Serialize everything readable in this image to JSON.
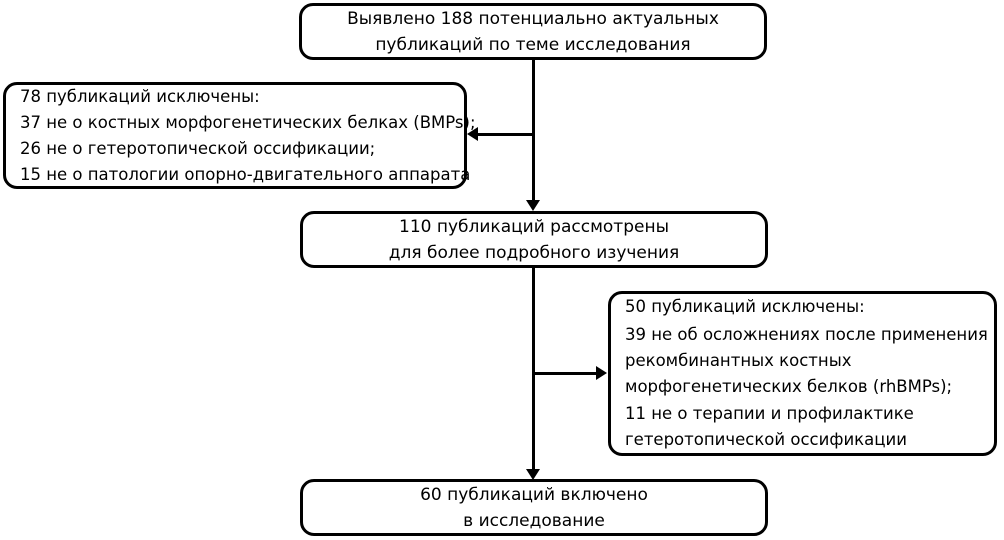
{
  "diagram": {
    "type": "prisma-flowchart",
    "language": "ru",
    "colors": {
      "stroke": "#000000",
      "background": "#ffffff",
      "text": "#000000"
    },
    "nodes": {
      "identified": {
        "id": "box-identified",
        "lines": [
          "Выявлено 188 потенциально актуальных",
          "публикаций по теме исследования"
        ]
      },
      "excluded_first": {
        "id": "box-excluded-first",
        "lines": [
          "78 публикаций исключены:",
          "37 не о костных морфогенетических белках (BMPs);",
          "26 не о гетеротопической оссификации;",
          "15 не о патологии опорно-двигательного аппарата"
        ]
      },
      "reviewed": {
        "id": "box-reviewed",
        "lines": [
          "110 публикаций рассмотрены",
          "для более подробного изучения"
        ]
      },
      "excluded_second": {
        "id": "box-excluded-second",
        "paragraphs": [
          [
            "50 публикаций исключены:"
          ],
          [
            "39 не об осложнениях после применения",
            "рекомбинантных костных",
            "морфогенетических белков (rhBMPs);"
          ],
          [
            "11 не о терапии и профилактике",
            "гетеротопической оссификации"
          ]
        ]
      },
      "included": {
        "id": "box-included",
        "lines": [
          "60 публикаций включено",
          "в исследование"
        ]
      }
    },
    "connectors": [
      {
        "name": "identified-to-reviewed",
        "direction": "down"
      },
      {
        "name": "branch-to-excluded-first",
        "direction": "left"
      },
      {
        "name": "reviewed-to-included",
        "direction": "down"
      },
      {
        "name": "branch-to-excluded-second",
        "direction": "right"
      }
    ]
  }
}
